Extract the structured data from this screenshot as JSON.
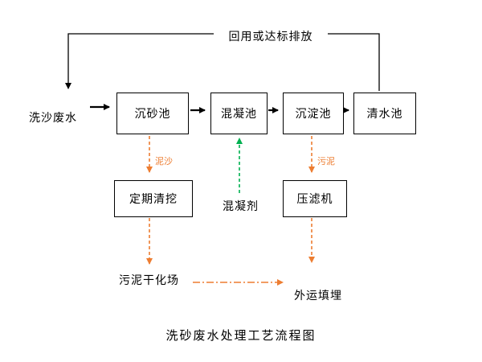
{
  "title": "洗砂废水处理工艺流程图",
  "recycle_label": "回用或达标排放",
  "source_label": "洗沙废水",
  "boxes": {
    "grit": "沉砂池",
    "coag": "混凝池",
    "sed": "沉淀池",
    "clear": "清水池",
    "dredge": "定期清挖",
    "press": "压滤机"
  },
  "labels": {
    "sediment": "泥沙",
    "sludge": "污泥",
    "coagulant": "混凝剂",
    "drying": "污泥干化场",
    "landfill": "外运填埋"
  },
  "colors": {
    "orange": "#ED7D31",
    "green": "#00B050",
    "line": "#000000"
  }
}
